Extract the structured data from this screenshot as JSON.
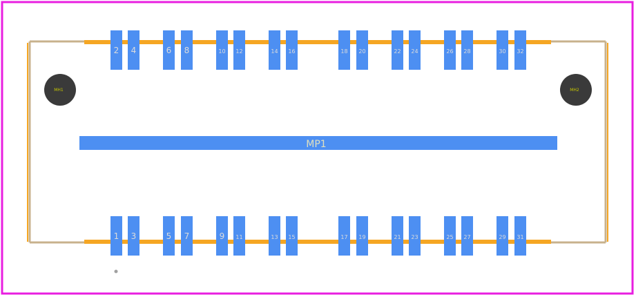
{
  "colors": {
    "board_border": "#e81ee0",
    "silkscreen": "#f5a623",
    "courtyard": "#c8b28c",
    "pad": "#4d8ff2",
    "pad_label": "#dcdcdc",
    "pin1_marker": "#a0a0a0",
    "mounting_hole": "#3a3a3a",
    "mounting_hole_label": "#c8c800",
    "mp1_label": "#e0e0c0"
  },
  "pads": {
    "top_row": [
      {
        "label": "2"
      },
      {
        "label": "4"
      },
      {
        "label": "6"
      },
      {
        "label": "8"
      },
      {
        "label": "10"
      },
      {
        "label": "12"
      },
      {
        "label": "14"
      },
      {
        "label": "16"
      },
      {
        "label": "18"
      },
      {
        "label": "20"
      },
      {
        "label": "22"
      },
      {
        "label": "24"
      },
      {
        "label": "26"
      },
      {
        "label": "28"
      },
      {
        "label": "30"
      },
      {
        "label": "32"
      }
    ],
    "bottom_row": [
      {
        "label": "1"
      },
      {
        "label": "3"
      },
      {
        "label": "5"
      },
      {
        "label": "7"
      },
      {
        "label": "9"
      },
      {
        "label": "11"
      },
      {
        "label": "13"
      },
      {
        "label": "15"
      },
      {
        "label": "17"
      },
      {
        "label": "19"
      },
      {
        "label": "21"
      },
      {
        "label": "23"
      },
      {
        "label": "25"
      },
      {
        "label": "27"
      },
      {
        "label": "29"
      },
      {
        "label": "31"
      }
    ]
  },
  "center_pad": {
    "label": "MP1"
  },
  "mounting_holes": [
    {
      "label": "MH1"
    },
    {
      "label": "MH2"
    }
  ]
}
